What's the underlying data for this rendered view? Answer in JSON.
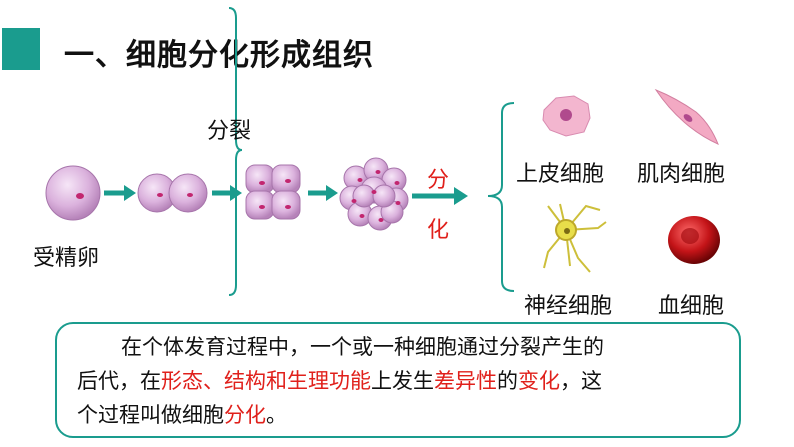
{
  "title": "一、细胞分化形成组织",
  "labels": {
    "division": "分裂",
    "fertilized_egg": "受精卵",
    "differentiation_top": "分",
    "differentiation_bottom": "化",
    "epithelial": "上皮细胞",
    "muscle": "肌肉细胞",
    "nerve": "神经细胞",
    "blood": "血细胞"
  },
  "summary": {
    "p1": "在个体发育过程中，一个或一种细胞通过分裂产生的",
    "p2a": "后代，在",
    "p2b": "形态、结构和生理功能",
    "p2c": "上发生",
    "p2d": "差异性",
    "p2e": "的",
    "p2f": "变化",
    "p2g": "，这",
    "p3a": "个过程叫做细胞",
    "p3b": "分化",
    "p3c": "。"
  },
  "colors": {
    "accent": "#1a9c8e",
    "highlight": "#e0201b",
    "cell": "#d8a9db"
  }
}
